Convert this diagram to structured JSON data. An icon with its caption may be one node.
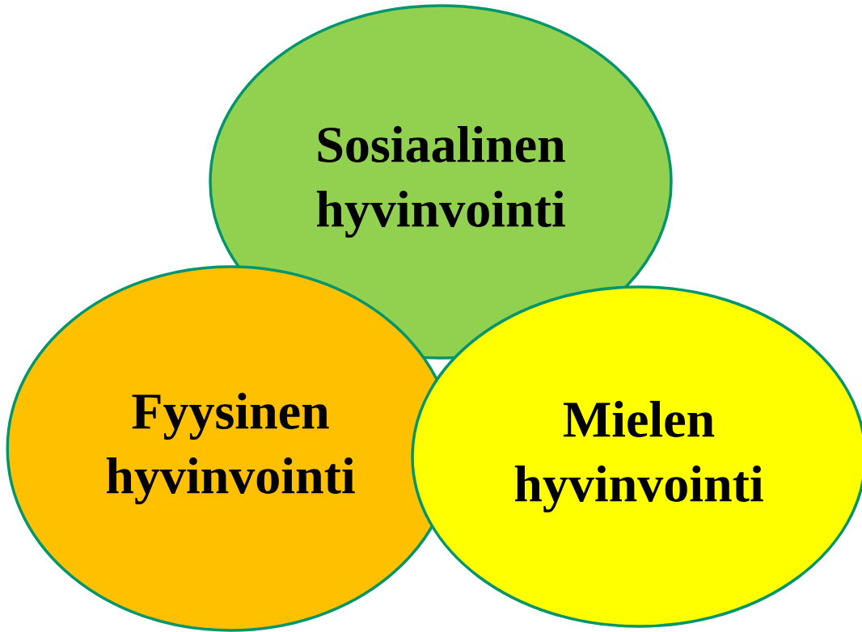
{
  "diagram": {
    "nodes": [
      {
        "text": [
          "Sosiaalinen hyvinvointi"
        ]
      },
      {
        "text": [
          "Fyysinen hyvinvointi"
        ]
      },
      {
        "text": [
          "Mielen hyvinvointi"
        ]
      }
    ]
  }
}
